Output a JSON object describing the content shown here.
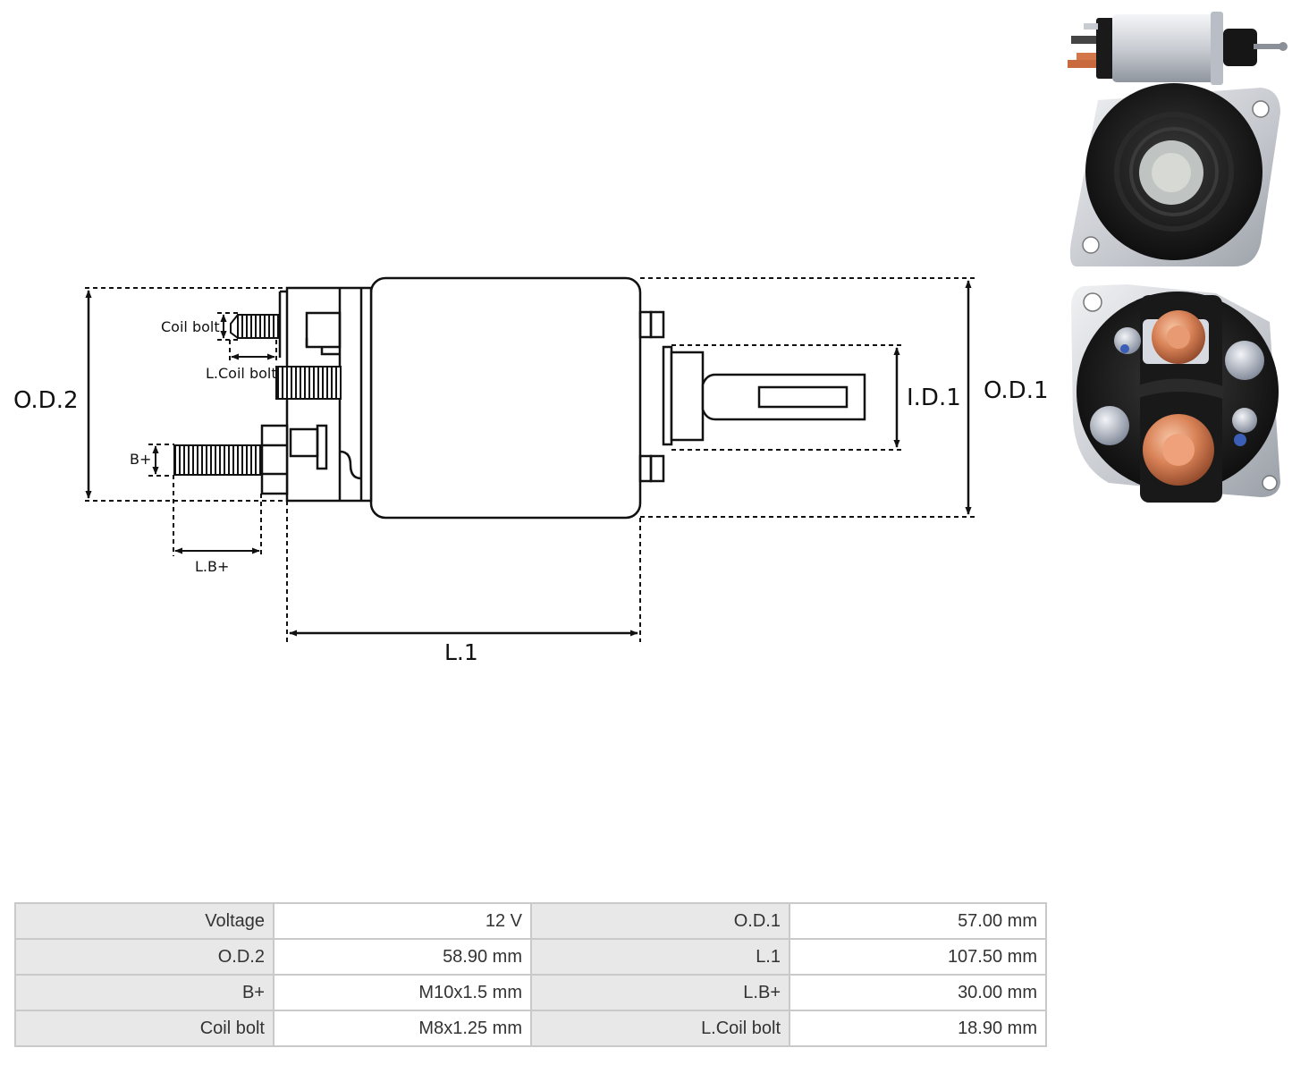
{
  "diagram": {
    "labels": {
      "od2": "O.D.2",
      "od1": "O.D.1",
      "id1": "I.D.1",
      "l1": "L.1",
      "coil_bolt": "Coil bolt",
      "l_coil_bolt": "L.Coil bolt",
      "b_plus": "B+",
      "l_b_plus": "L.B+"
    }
  },
  "photos": {
    "side_view": "solenoid-side-photo",
    "front_view": "solenoid-front-photo",
    "rear_view": "solenoid-rear-terminals-photo"
  },
  "specs": [
    {
      "k1": "Voltage",
      "v1": "12 V",
      "k2": "O.D.1",
      "v2": "57.00 mm"
    },
    {
      "k1": "O.D.2",
      "v1": "58.90 mm",
      "k2": "L.1",
      "v2": "107.50 mm"
    },
    {
      "k1": "B+",
      "v1": "M10x1.5 mm",
      "k2": "L.B+",
      "v2": "30.00 mm"
    },
    {
      "k1": "Coil bolt",
      "v1": "M8x1.25 mm",
      "k2": "L.Coil bolt",
      "v2": "18.90 mm"
    }
  ]
}
